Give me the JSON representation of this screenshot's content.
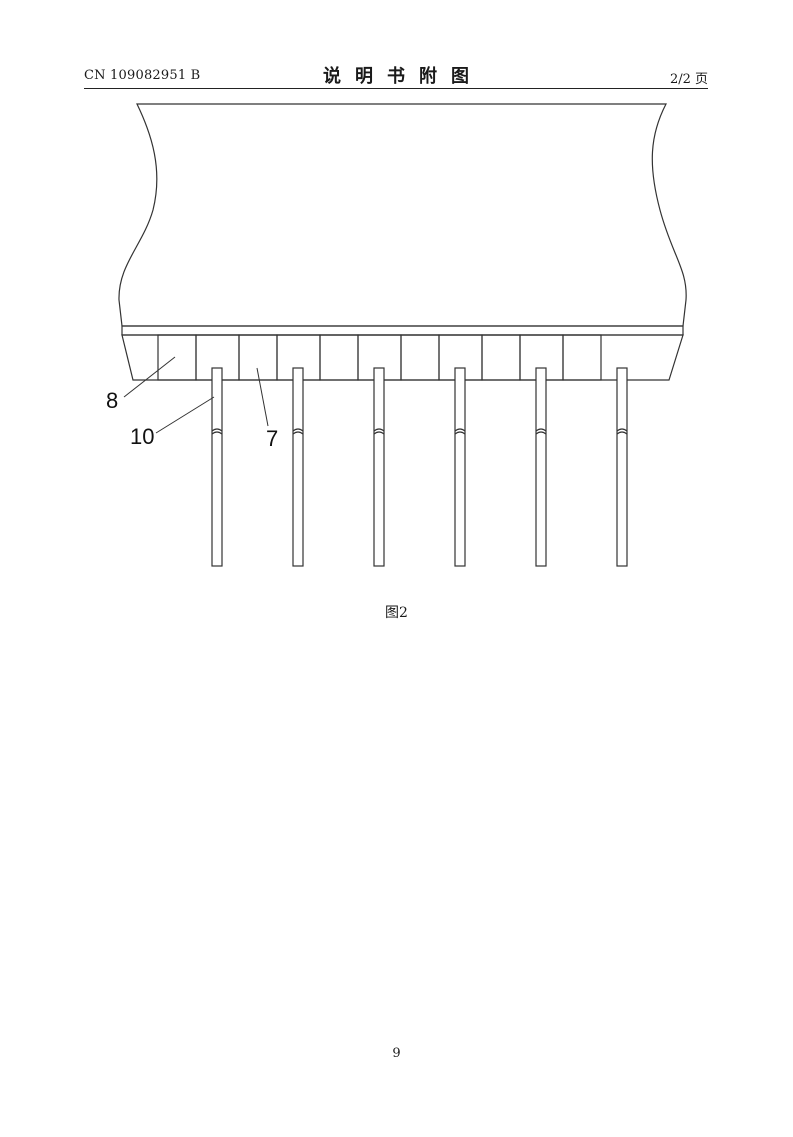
{
  "header": {
    "patent_number": "CN 109082951 B",
    "title": "说明书附图",
    "page_indicator": "2/2 页"
  },
  "figure": {
    "caption": "图2",
    "reference_labels": {
      "label_8": "8",
      "label_10": "10",
      "label_7": "7"
    },
    "block_count": 11,
    "rod_count": 6
  },
  "footer": {
    "page_number": "9"
  }
}
